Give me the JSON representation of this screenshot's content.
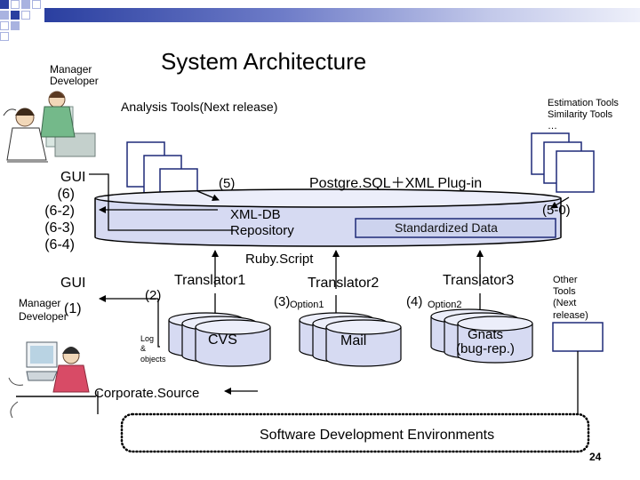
{
  "slide": {
    "title": "System Architecture",
    "page_number": "24"
  },
  "people": {
    "top_roles": "Manager\nDeveloper",
    "bottom_manager": "Manager",
    "bottom_developer": "Developer"
  },
  "labels": {
    "analysis_tools": "Analysis Tools(Next release)",
    "estimation_tools": "Estimation Tools\nSimilarity Tools\n…",
    "gui_top": "GUI",
    "gui_bottom": "GUI",
    "refs_top": "(6)\n(6-2)\n(6-3)\n(6-4)",
    "ref_1": "(1)",
    "ref_2": "(2)",
    "ref_3": "(3)",
    "ref_4": "(4)",
    "ref_5": "(5)",
    "ref_5_0": "(5-0)",
    "postgre": "Postgre.SQL＋XML Plug-in",
    "xmldb": "XML-DB\nRepository",
    "standardized": "Standardized Data",
    "ruby": "Ruby.Script",
    "translator1": "Translator1",
    "translator2": "Translator2",
    "translator3": "Translator3",
    "option1": "Option1",
    "option2": "Option2",
    "log_objects": "Log\n&\nobjects",
    "cvs": "CVS",
    "mail": "Mail",
    "gnats": "Gnats\n(bug-rep.)",
    "other_tools": "Other\nTools\n(Next\nrelease)",
    "corporate_source": "Corporate.Source",
    "sde": "Software Development Environments"
  },
  "colors": {
    "deco_blue": "#2a3fa0",
    "deco_light": "#a9b3e0",
    "cylinder_fill": "#d6daf2",
    "box_border": "#1e2a78"
  }
}
